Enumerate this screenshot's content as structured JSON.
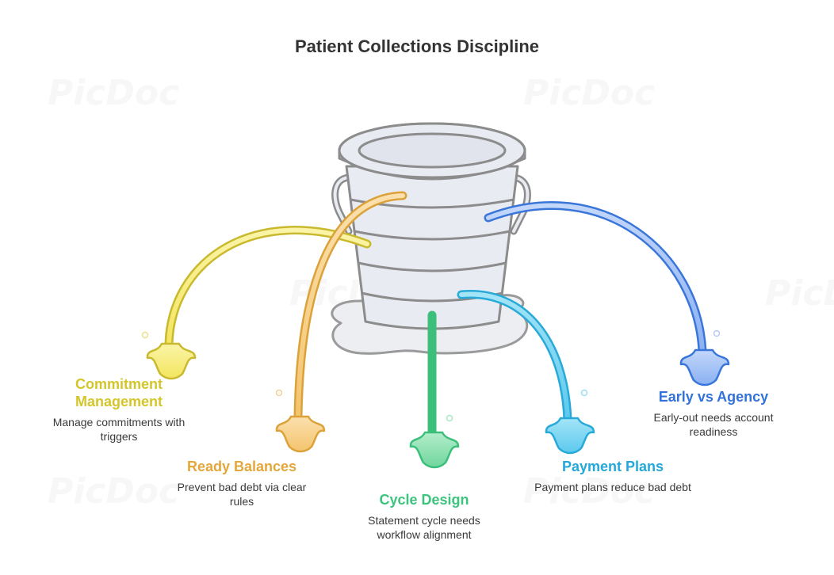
{
  "title": "Patient Collections Discipline",
  "watermark": "PicDoc",
  "colors": {
    "yellow": "#D4C62A",
    "orange": "#E3A73A",
    "green": "#3CC47F",
    "cyan": "#23A8D8",
    "blue": "#3372DA",
    "bucket_fill": "#E9EBF2",
    "bucket_stroke": "#8C8C8C"
  },
  "items": [
    {
      "title": "Commitment Management",
      "desc": "Manage commitments with triggers",
      "color": "#D4C62A"
    },
    {
      "title": "Ready Balances",
      "desc": "Prevent bad debt via clear rules",
      "color": "#E3A73A"
    },
    {
      "title": "Cycle Design",
      "desc": "Statement cycle needs workflow alignment",
      "color": "#3CC47F"
    },
    {
      "title": "Payment Plans",
      "desc": "Payment plans reduce bad debt",
      "color": "#23A8D8"
    },
    {
      "title": "Early vs Agency",
      "desc": "Early-out needs account readiness",
      "color": "#3372DA"
    }
  ]
}
